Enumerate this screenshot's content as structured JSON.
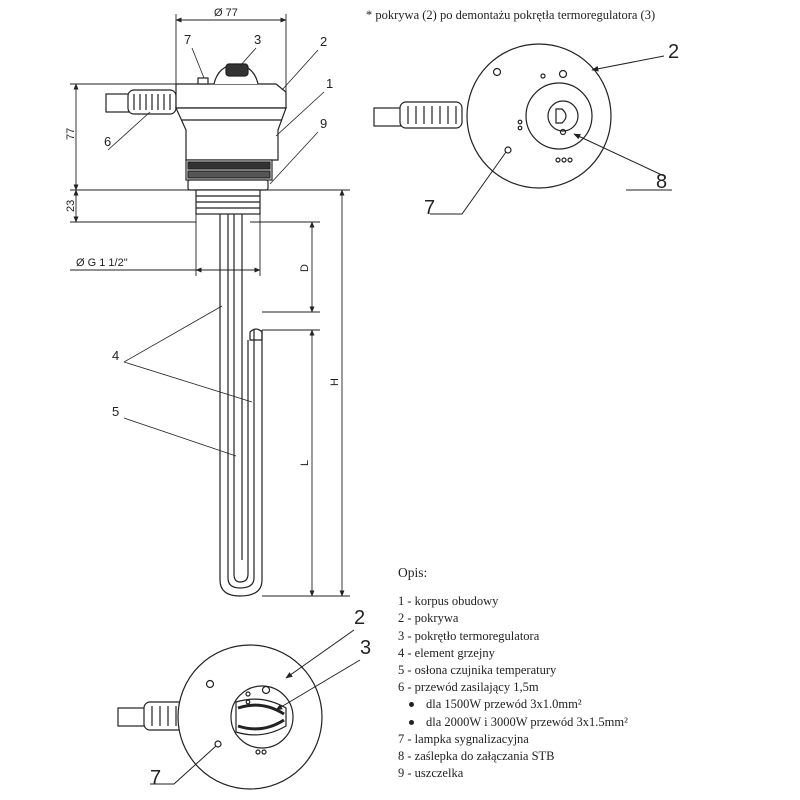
{
  "note": "* pokrywa (2) po demontażu pokrętła termoregulatora (3)",
  "dims": {
    "diameter_top": "Ø 77",
    "height_77": "77",
    "height_23": "23",
    "thread": "Ø G 1 1/2\"",
    "D": "D",
    "H": "H",
    "L": "L"
  },
  "callouts": {
    "side": {
      "c7": "7",
      "c3": "3",
      "c2": "2",
      "c1": "1",
      "c6": "6",
      "c9": "9",
      "c4": "4",
      "c5": "5"
    },
    "top_open": {
      "c2": "2",
      "c8": "8",
      "c7": "7"
    },
    "top_closed": {
      "c2": "2",
      "c3": "3",
      "c7": "7"
    }
  },
  "legend": {
    "title": "Opis:",
    "items": [
      "1 - korpus obudowy",
      "2 - pokrywa",
      "3 - pokrętło termoregulatora",
      "4 - element grzejny",
      "5 - osłona czujnika temperatury",
      "6 - przewód zasilający 1,5m"
    ],
    "sub": [
      "dla 1500W przewód 3x1.0mm²",
      "dla 2000W i 3000W przewód 3x1.5mm²"
    ],
    "items2": [
      "7 - lampka sygnalizacyjna",
      "8 - zaślepka do załączania STB",
      "9 - uszczelka"
    ]
  }
}
